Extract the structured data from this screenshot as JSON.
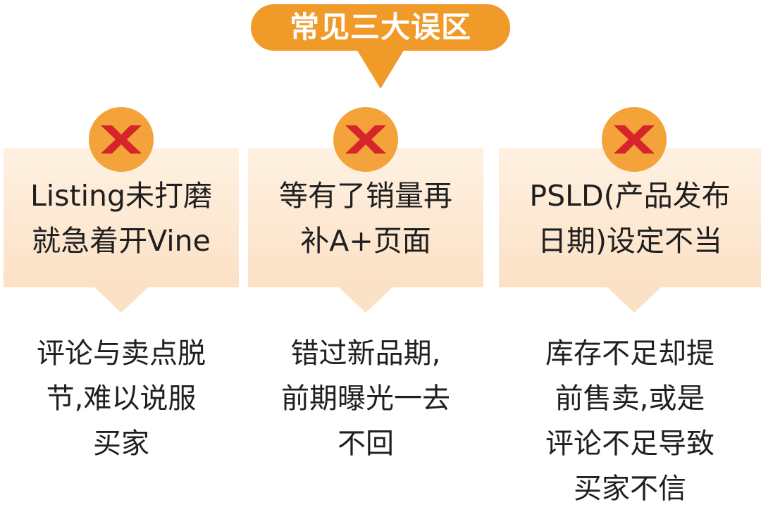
{
  "header": {
    "title": "常见三大误区",
    "color": "#f09a2a"
  },
  "mistakes": [
    {
      "icon": "cross-icon",
      "title": "Listing未打磨\n就急着开Vine",
      "description": "评论与卖点脱\n节,难以说服\n买家"
    },
    {
      "icon": "cross-icon",
      "title": "等有了销量再\n补A+页面",
      "description": "错过新品期,\n前期曝光一去\n不回"
    },
    {
      "icon": "cross-icon",
      "title": "PSLD(产品发布\n日期)设定不当",
      "description": "库存不足却提\n前售卖,或是\n评论不足导致\n买家不信"
    }
  ],
  "colors": {
    "accent": "#f09a2a",
    "badge": "#f3a33a",
    "cross": "#d6242a",
    "card_top": "#fff1e2",
    "card_bottom": "#fbe1c5"
  }
}
